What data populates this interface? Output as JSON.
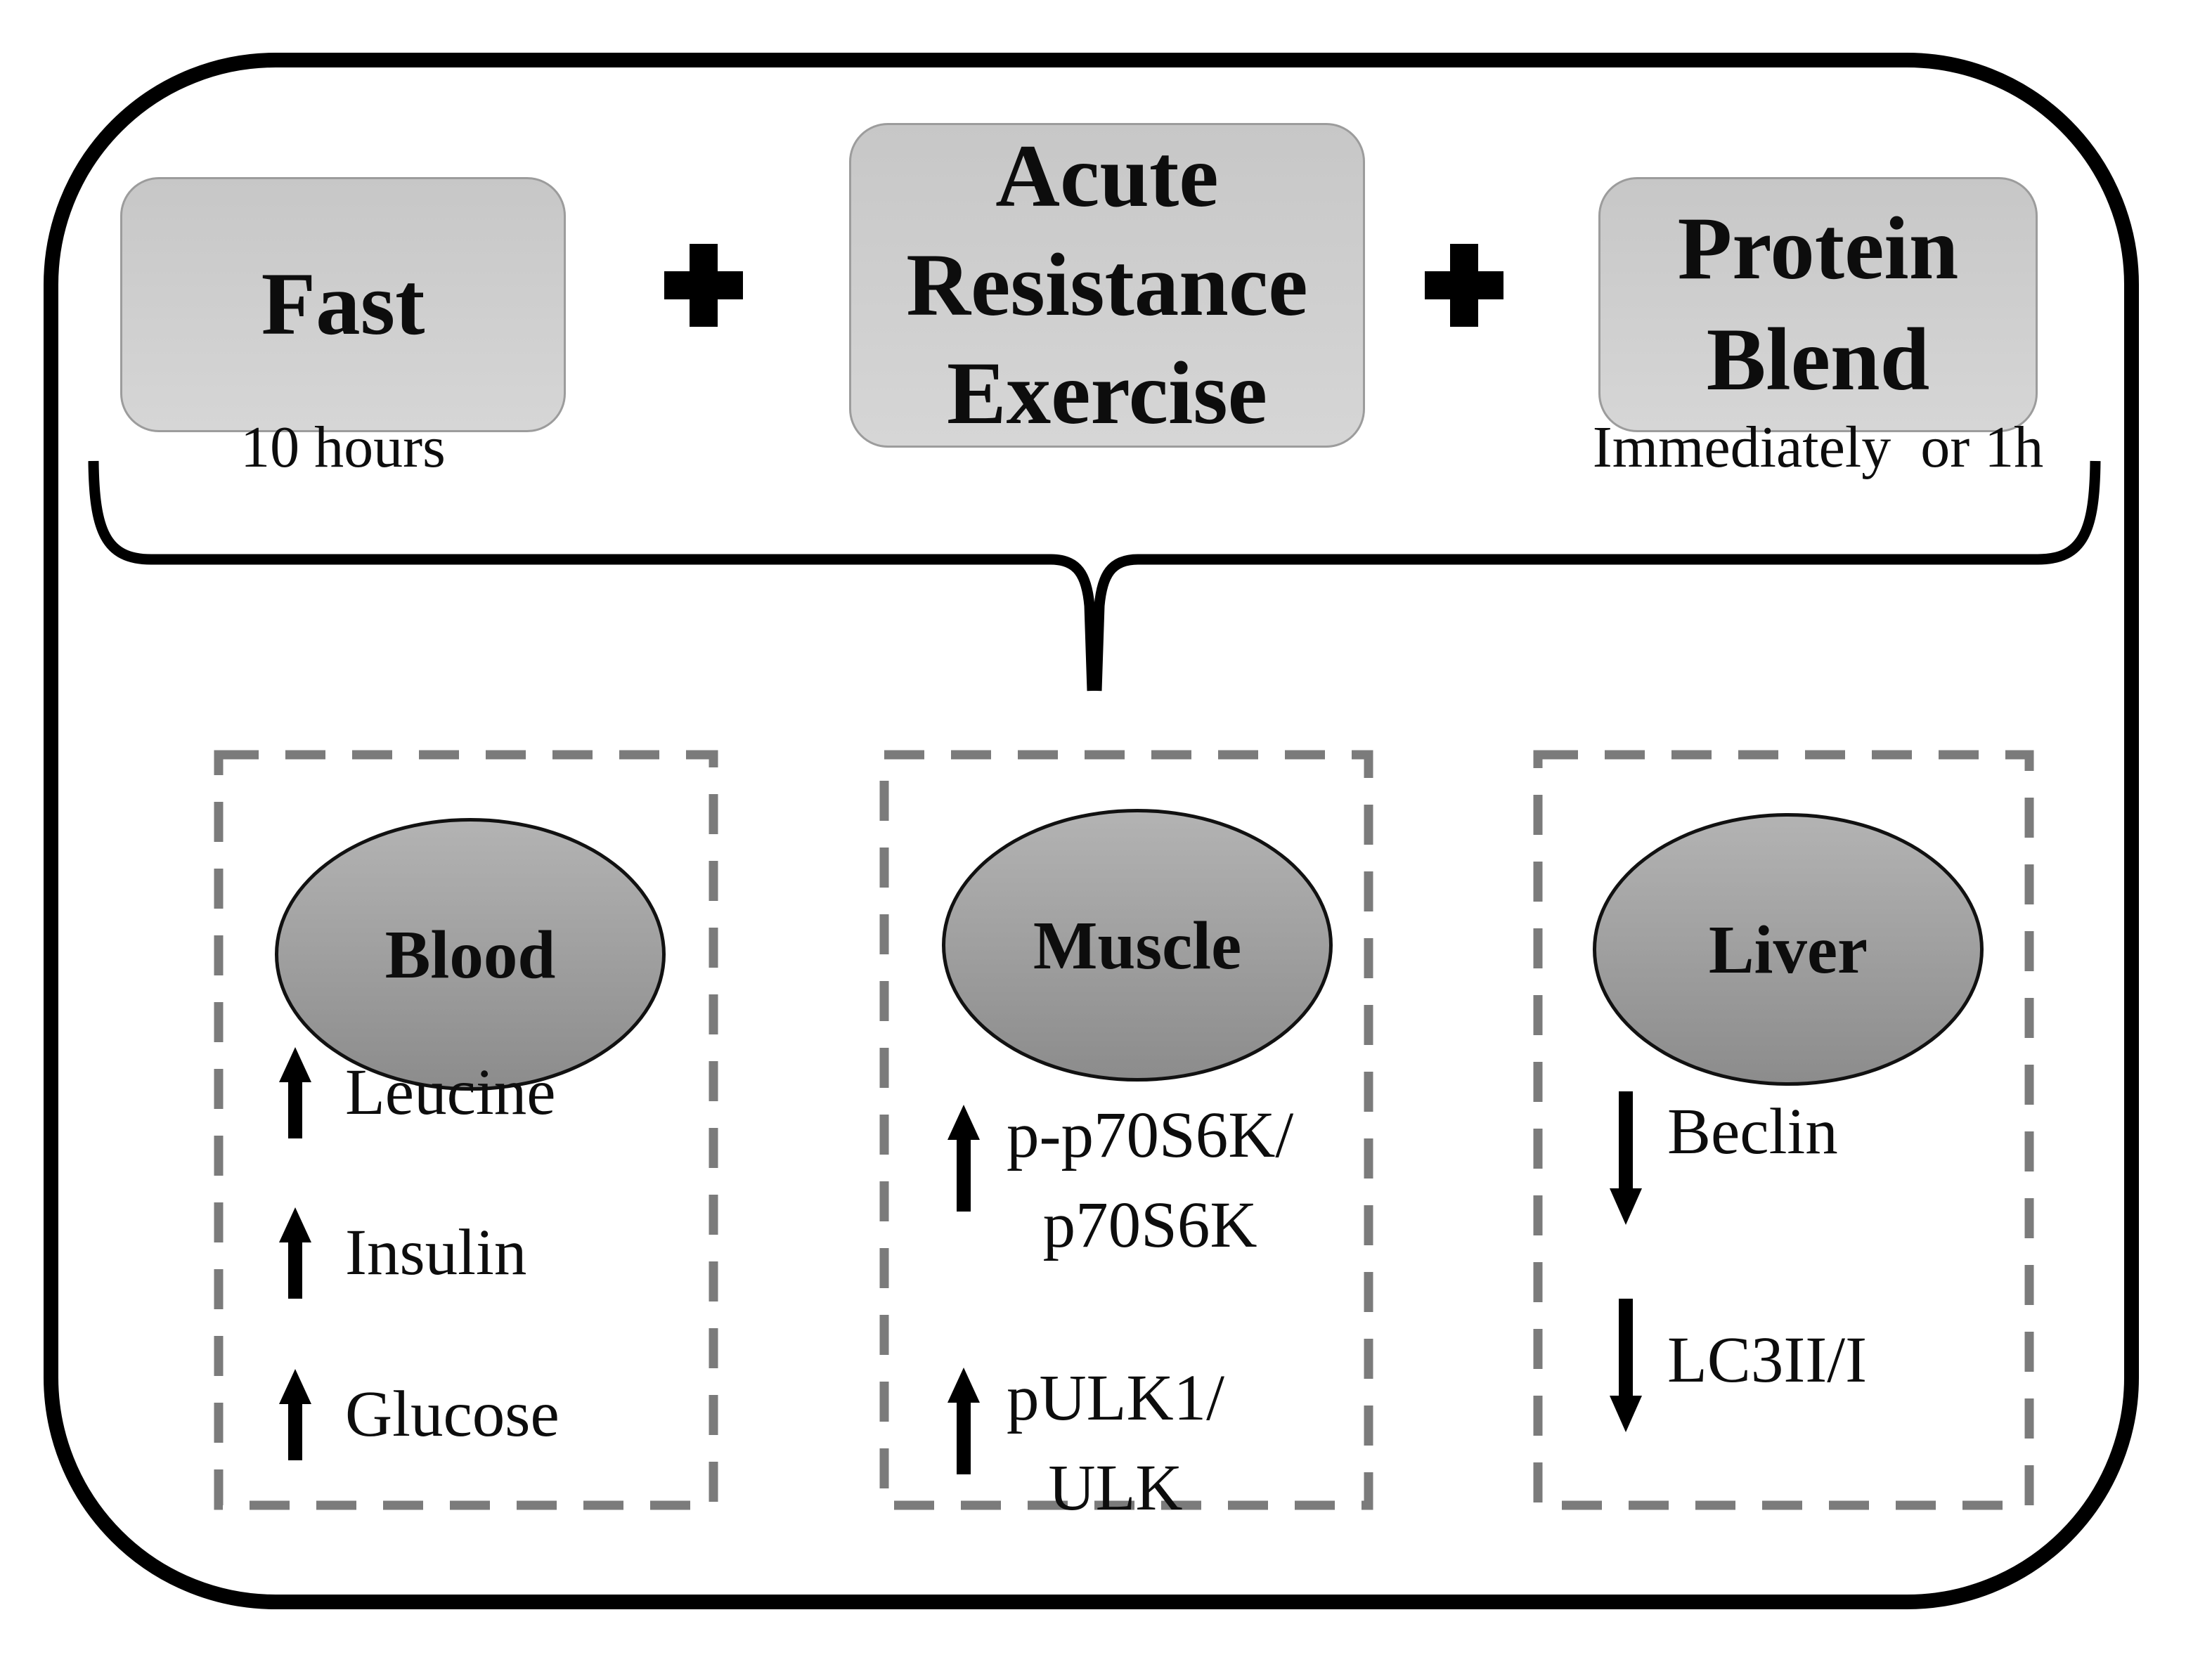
{
  "colors": {
    "frame_line": "#000000",
    "box_fill_top": "#c7c7c7",
    "box_fill_bottom": "#d6d6d6",
    "box_border": "#9c9c9c",
    "ellipse_fill_top": "#b3b3b3",
    "ellipse_fill_bottom": "#8c8c8c",
    "dashed_border": "#7b7b7b",
    "arrow_color": "#000000"
  },
  "plus_symbol": "+",
  "top_row": {
    "fast": {
      "label": "Fast",
      "sublabel": "10 hours"
    },
    "exercise": {
      "lines": [
        "Acute",
        "Resistance",
        "Exercise"
      ]
    },
    "protein": {
      "lines": [
        "Protein",
        "Blend"
      ],
      "sublabel": "Immediately  or 1h"
    }
  },
  "panels": [
    {
      "title": "Blood",
      "items": [
        {
          "direction": "up",
          "lines": [
            "Leucine"
          ]
        },
        {
          "direction": "up",
          "lines": [
            "Insulin"
          ]
        },
        {
          "direction": "up",
          "lines": [
            "Glucose"
          ]
        }
      ]
    },
    {
      "title": "Muscle",
      "items": [
        {
          "direction": "up",
          "lines": [
            "p-p70S6K/",
            "p70S6K"
          ]
        },
        {
          "direction": "up",
          "lines": [
            "pULK1/",
            "ULK"
          ]
        }
      ]
    },
    {
      "title": "Liver",
      "items": [
        {
          "direction": "down",
          "lines": [
            "Beclin"
          ]
        },
        {
          "direction": "down",
          "lines": [
            "LC3II/I"
          ]
        }
      ]
    }
  ]
}
